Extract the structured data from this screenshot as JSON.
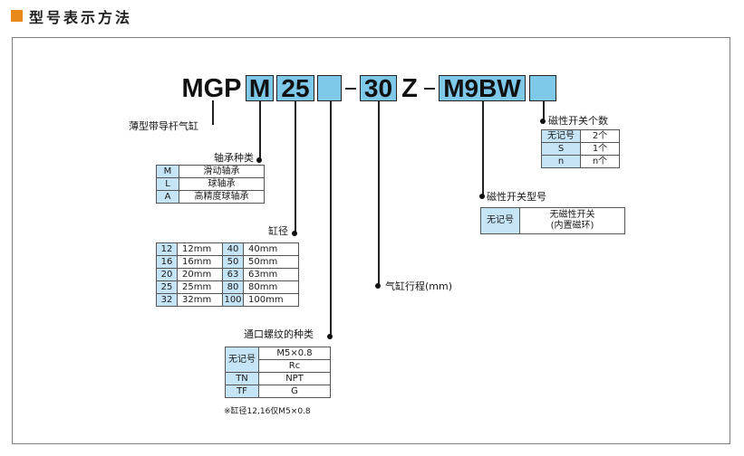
{
  "heading": {
    "text": "型号表示方法"
  },
  "model": {
    "prefix": "MGP",
    "bearing": "M",
    "bore": "25",
    "port_code": "",
    "dash1": "-",
    "stroke": "30",
    "z": "Z",
    "dash2": "-",
    "switch": "M9BW",
    "switch_count": ""
  },
  "labels": {
    "series": "薄型带导杆气缸",
    "bearing": "轴承种类",
    "bore": "缸径",
    "port": "通口螺纹的种类",
    "stroke": "气缸行程(mm)",
    "switch_type": "磁性开关型号",
    "switch_count": "磁性开关个数"
  },
  "bearing_table": [
    {
      "code": "M",
      "desc": "滑动轴承"
    },
    {
      "code": "L",
      "desc": "球轴承"
    },
    {
      "code": "A",
      "desc": "高精度球轴承"
    }
  ],
  "bore_table": [
    {
      "c1": "12",
      "d1": "12mm",
      "c2": "40",
      "d2": "40mm"
    },
    {
      "c1": "16",
      "d1": "16mm",
      "c2": "50",
      "d2": "50mm"
    },
    {
      "c1": "20",
      "d1": "20mm",
      "c2": "63",
      "d2": "63mm"
    },
    {
      "c1": "25",
      "d1": "25mm",
      "c2": "80",
      "d2": "80mm"
    },
    {
      "c1": "32",
      "d1": "32mm",
      "c2": "100",
      "d2": "100mm"
    }
  ],
  "port_table": {
    "none_code": "无记号",
    "none_v1": "M5×0.8",
    "none_v2": "Rc",
    "rows": [
      {
        "code": "TN",
        "value": "NPT"
      },
      {
        "code": "TF",
        "value": "G"
      }
    ],
    "note": "※缸径12,16仅M5×0.8"
  },
  "switch_type_table": {
    "code": "无记号",
    "desc1": "无磁性开关",
    "desc2": "(内置磁环)"
  },
  "switch_count_table": [
    {
      "code": "无记号",
      "value": "2个"
    },
    {
      "code": "S",
      "value": "1个"
    },
    {
      "code": "n",
      "value": "n个"
    }
  ],
  "colors": {
    "accent": "#e8891a",
    "box": "#7ec8ea",
    "cell": "#c5e4f5"
  }
}
